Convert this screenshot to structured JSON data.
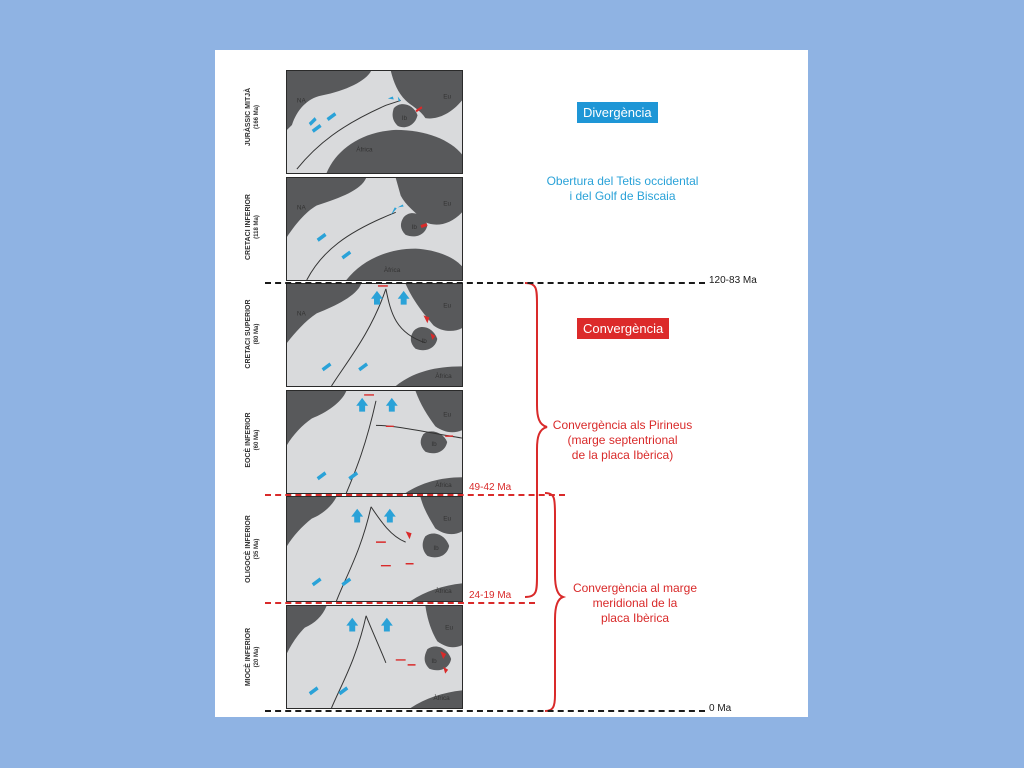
{
  "panels": [
    {
      "period": "JURÀSSIC MITJÀ",
      "age": "(166 Ma)"
    },
    {
      "period": "CRETACI INFERIOR",
      "age": "(118 Ma)"
    },
    {
      "period": "CRETACI SUPERIOR",
      "age": "(80 Ma)"
    },
    {
      "period": "EOCÈ INFERIOR",
      "age": "(60 Ma)"
    },
    {
      "period": "OLIGOCÈ INFERIOR",
      "age": "(35 Ma)"
    },
    {
      "period": "MIOCÈ INFERIOR",
      "age": "(20 Ma)"
    }
  ],
  "map_labels": {
    "na": "NA",
    "eu": "Eu",
    "ib": "Ib",
    "africa": "Àfrica"
  },
  "divergence": {
    "badge": "Divergència",
    "description_line1": "Obertura del Tetis occidental",
    "description_line2": "i del Golf de Biscaia"
  },
  "convergence": {
    "badge": "Convergència",
    "pyrenees_line1": "Convergència als Pirineus",
    "pyrenees_line2": "(marge septentrional",
    "pyrenees_line3": "de la placa Ibèrica)",
    "southern_line1": "Convergència al marge",
    "southern_line2": "meridional de la",
    "southern_line3": "placa Ibèrica"
  },
  "time_marks": {
    "top": "120-83 Ma",
    "mid1": "49-42 Ma",
    "mid2": "24-19 Ma",
    "bottom": "0 Ma"
  },
  "colors": {
    "background": "#8fb3e3",
    "land": "#58595b",
    "ocean": "#d9dadc",
    "arrow_blue": "#2aa2d8",
    "arrow_red": "#d92a2a",
    "badge_blue": "#1e96d6",
    "badge_red": "#dc2a2a"
  }
}
